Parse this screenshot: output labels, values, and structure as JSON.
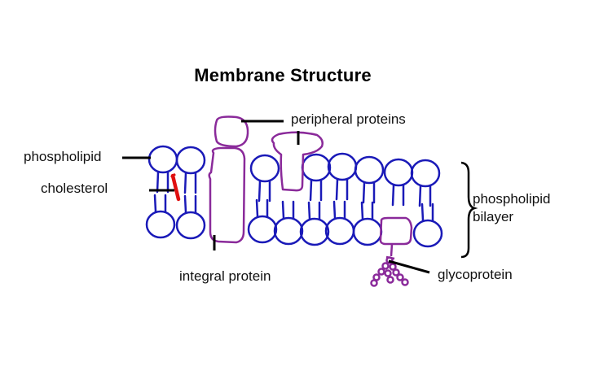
{
  "title": "Membrane Structure",
  "labels": {
    "phospholipid": "phospholipid",
    "cholesterol": "cholesterol",
    "peripheral_proteins": "peripheral proteins",
    "integral_protein": "integral protein",
    "bilayer_line1": "phospholipid",
    "bilayer_line2": "bilayer",
    "glycoprotein": "glycoprotein"
  },
  "colors": {
    "phospholipid": "#1a1ab8",
    "protein": "#8a2a9a",
    "cholesterol": "#e01010",
    "leader": "#000000"
  }
}
